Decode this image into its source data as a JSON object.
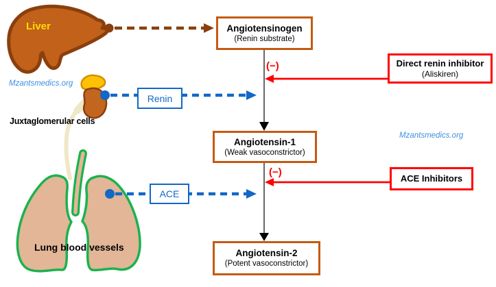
{
  "watermark": "Mzantsmedics.org",
  "organ_labels": {
    "liver": "Liver",
    "kidney": "Juxtaglomerular cells",
    "lungs": "Lung blood vessels"
  },
  "pathway_boxes": {
    "angiotensinogen": {
      "title": "Angiotensinogen",
      "subtitle": "(Renin substrate)"
    },
    "angiotensin_1": {
      "title": "Angiotensin-1",
      "subtitle": "(Weak vasoconstrictor)"
    },
    "angiotensin_2": {
      "title": "Angiotensin-2",
      "subtitle": "(Potent vasoconstrictor)"
    }
  },
  "enzyme_boxes": {
    "renin": "Renin",
    "ace": "ACE"
  },
  "inhibitor_boxes": {
    "direct_renin_inhibitor": {
      "title": "Direct renin inhibitor",
      "subtitle": "(Aliskiren)"
    },
    "ace_inhibitors": {
      "title": "ACE Inhibitors"
    }
  },
  "inhibition_symbol": "(−)",
  "colors": {
    "pathway_box_border": "#C55A11",
    "enzyme_blue": "#1168C6",
    "inhibitor_red": "#FF0000",
    "liver_fill": "#C2611A",
    "liver_outline": "#8A3F0E",
    "kidney_fill": "#C2651F",
    "adrenal_yellow": "#FFC104",
    "lung_fill": "#E2B697",
    "lung_outline": "#1CB24E",
    "liver_label_yellow": "#FFDB00",
    "watermark_blue": "#3E8EDE",
    "pathway_line_gray": "#3F3F3F"
  }
}
